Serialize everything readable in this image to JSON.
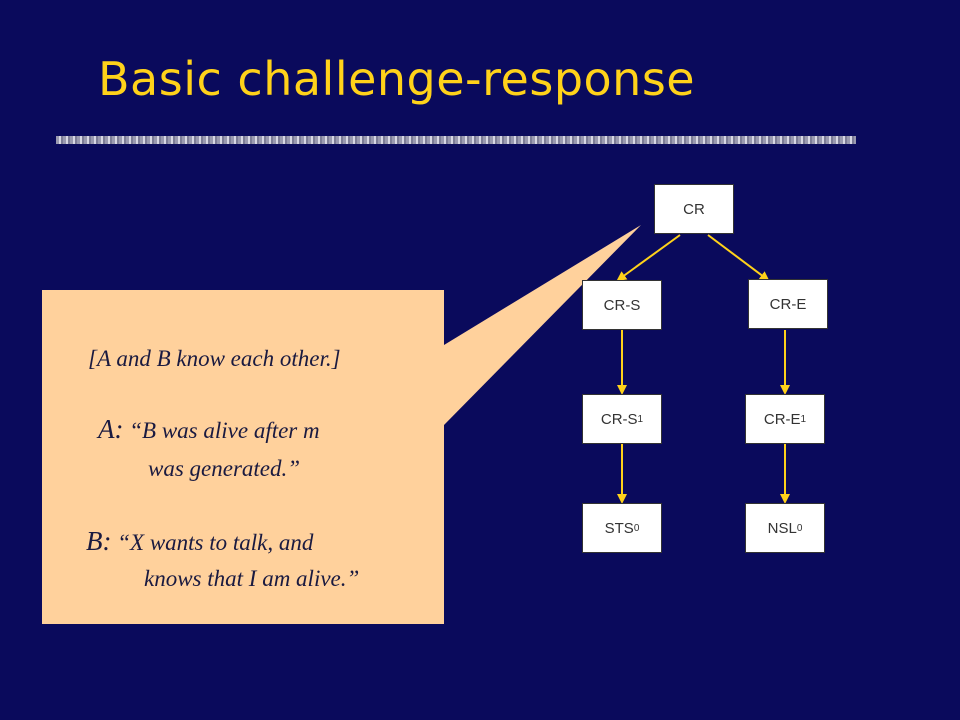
{
  "slide": {
    "title": "Basic challenge-response"
  },
  "tree": {
    "root": "CR",
    "left": {
      "label": "CR-S",
      "child_base": "CR-S",
      "child_sub": "1",
      "leaf_base": "STS",
      "leaf_sub": "0"
    },
    "right": {
      "label": "CR-E",
      "child_base": "CR-E",
      "child_sub": "1",
      "leaf_base": "NSL",
      "leaf_sub": "0"
    },
    "arrow_color": "#ffd21a"
  },
  "callout": {
    "background": "#ffd19c",
    "assumption": "[A and B know each other.]",
    "a_speaker": "A:",
    "a_line1": "“B was alive after m",
    "a_line2": "was generated.”",
    "b_speaker": "B:",
    "b_line1": "“X wants to talk, and",
    "b_line2": "knows that I am alive.”"
  }
}
